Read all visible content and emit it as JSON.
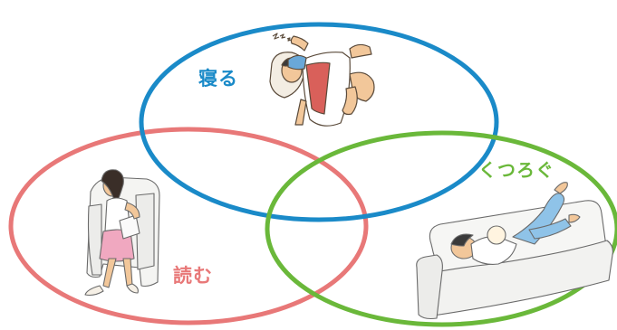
{
  "labels": {
    "sleep": "寝る",
    "read": "読む",
    "relax": "くつろぐ"
  },
  "colors": {
    "sleep": "#1a8ac8",
    "read": "#e87878",
    "relax": "#6ab83a"
  },
  "illustrations": {
    "sleep": "person-sleeping-illustration",
    "read": "girl-reading-in-armchair-illustration",
    "relax": "person-lying-on-sofa-illustration"
  }
}
